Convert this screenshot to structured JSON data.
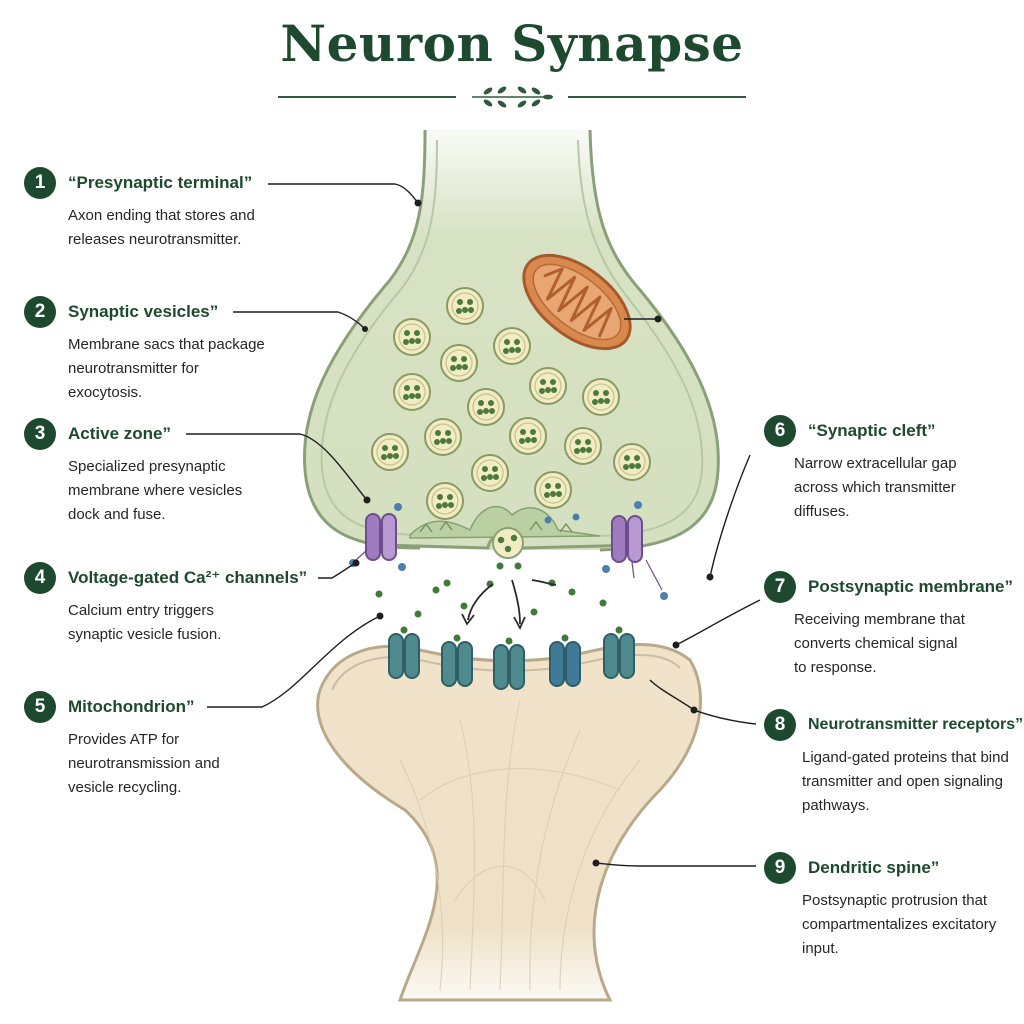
{
  "title": "Neuron Synapse",
  "colors": {
    "accent": "#1d4a2e",
    "presynaptic_fill": "#d7e2c4",
    "presynaptic_stroke": "#8aa079",
    "postsynaptic_fill": "#efe2c9",
    "postsynaptic_stroke": "#b9a98a",
    "mitochondrion": "#d9884e",
    "vesicle": "#f2ecc4",
    "channel": "#a07bbf",
    "receptor": "#4f8a8f"
  },
  "callouts": [
    {
      "number": "1",
      "label": "“Presynaptic terminal”",
      "description": "Axon ending that stores and\nreleases neurotransmitter."
    },
    {
      "number": "2",
      "label": "Synaptic vesicles”",
      "description": "Membrane sacs that package\nneurotransmitter for exocytosis."
    },
    {
      "number": "3",
      "label": "Active zone”",
      "description": "Specialized presynaptic\nmembrane where vesicles\ndock and fuse."
    },
    {
      "number": "4",
      "label": "Voltage-gated Ca²⁺ channels”",
      "description": "Calcium entry triggers\nsynaptic vesicle fusion."
    },
    {
      "number": "5",
      "label": "Mitochondrion”",
      "description": "Provides ATP for\nneurotransmission and\nvesicle recycling."
    },
    {
      "number": "6",
      "label": "“Synaptic cleft”",
      "description": "Narrow extracellular gap\nacross which transmitter\ndiffuses."
    },
    {
      "number": "7",
      "label": "Postsynaptic membrane”",
      "description": "Receiving membrane that\nconverts chemical signal\nto response."
    },
    {
      "number": "8",
      "label": "Neurotransmitter receptors”",
      "description": "Ligand-gated proteins that bind\ntransmitter and open signaling\npathways."
    },
    {
      "number": "9",
      "label": "Dendritic spine”",
      "description": "Postsynaptic protrusion that\ncompartmentalizes excitatory\ninput."
    }
  ]
}
